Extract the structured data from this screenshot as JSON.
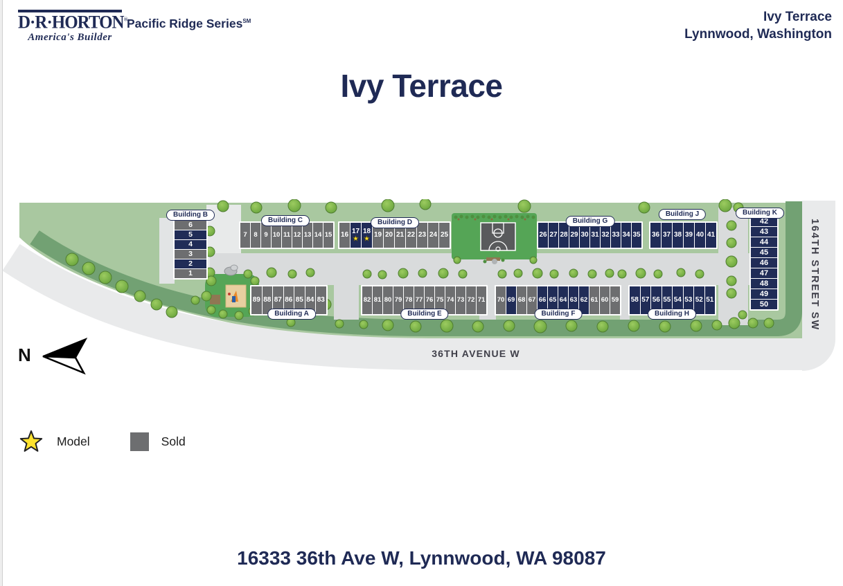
{
  "header": {
    "logo": {
      "brand": "D·R·HORTON",
      "registered": "®",
      "tagline": "America's Builder",
      "series": "Pacific Ridge Series",
      "series_mark": "SM"
    },
    "community": {
      "name": "Ivy Terrace",
      "location": "Lynnwood, Washington"
    }
  },
  "title": "Ivy Terrace",
  "map": {
    "north": "N",
    "streets": {
      "avenue": "36TH AVENUE W",
      "street": "164TH STREET SW"
    },
    "buildings": [
      {
        "id": "B",
        "label": "Building B",
        "units": [
          {
            "n": "6",
            "status": "sold"
          },
          {
            "n": "5",
            "status": "available"
          },
          {
            "n": "4",
            "status": "available"
          },
          {
            "n": "3",
            "status": "sold"
          },
          {
            "n": "2",
            "status": "available"
          },
          {
            "n": "1",
            "status": "sold"
          }
        ]
      },
      {
        "id": "C",
        "label": "Building C",
        "units": [
          {
            "n": "7",
            "status": "sold"
          },
          {
            "n": "8",
            "status": "sold"
          },
          {
            "n": "9",
            "status": "sold"
          },
          {
            "n": "10",
            "status": "sold"
          },
          {
            "n": "11",
            "status": "sold"
          },
          {
            "n": "12",
            "status": "sold"
          },
          {
            "n": "13",
            "status": "sold"
          },
          {
            "n": "14",
            "status": "sold"
          },
          {
            "n": "15",
            "status": "sold"
          }
        ]
      },
      {
        "id": "D",
        "label": "Building D",
        "units": [
          {
            "n": "16",
            "status": "sold"
          },
          {
            "n": "17",
            "status": "available",
            "model": true
          },
          {
            "n": "18",
            "status": "available",
            "model": true
          },
          {
            "n": "19",
            "status": "sold"
          },
          {
            "n": "20",
            "status": "sold"
          },
          {
            "n": "21",
            "status": "sold"
          },
          {
            "n": "22",
            "status": "sold"
          },
          {
            "n": "23",
            "status": "sold"
          },
          {
            "n": "24",
            "status": "sold"
          },
          {
            "n": "25",
            "status": "sold"
          }
        ]
      },
      {
        "id": "G",
        "label": "Building G",
        "units": [
          {
            "n": "26",
            "status": "available"
          },
          {
            "n": "27",
            "status": "available"
          },
          {
            "n": "28",
            "status": "available"
          },
          {
            "n": "29",
            "status": "available"
          },
          {
            "n": "30",
            "status": "available"
          },
          {
            "n": "31",
            "status": "available"
          },
          {
            "n": "32",
            "status": "available"
          },
          {
            "n": "33",
            "status": "available"
          },
          {
            "n": "34",
            "status": "available"
          },
          {
            "n": "35",
            "status": "available"
          }
        ]
      },
      {
        "id": "J",
        "label": "Building J",
        "units": [
          {
            "n": "36",
            "status": "available"
          },
          {
            "n": "37",
            "status": "available"
          },
          {
            "n": "38",
            "status": "available"
          },
          {
            "n": "39",
            "status": "available"
          },
          {
            "n": "40",
            "status": "available"
          },
          {
            "n": "41",
            "status": "available"
          }
        ]
      },
      {
        "id": "K",
        "label": "Building K",
        "units": [
          {
            "n": "42",
            "status": "available"
          },
          {
            "n": "43",
            "status": "available"
          },
          {
            "n": "44",
            "status": "available"
          },
          {
            "n": "45",
            "status": "available"
          },
          {
            "n": "46",
            "status": "available"
          },
          {
            "n": "47",
            "status": "available"
          },
          {
            "n": "48",
            "status": "available"
          },
          {
            "n": "49",
            "status": "available"
          },
          {
            "n": "50",
            "status": "available"
          }
        ]
      },
      {
        "id": "A",
        "label": "Building A",
        "units": [
          {
            "n": "89",
            "status": "sold"
          },
          {
            "n": "88",
            "status": "sold"
          },
          {
            "n": "87",
            "status": "sold"
          },
          {
            "n": "86",
            "status": "sold"
          },
          {
            "n": "85",
            "status": "sold"
          },
          {
            "n": "84",
            "status": "sold"
          },
          {
            "n": "83",
            "status": "sold"
          }
        ]
      },
      {
        "id": "E",
        "label": "Building E",
        "units": [
          {
            "n": "82",
            "status": "sold"
          },
          {
            "n": "81",
            "status": "sold"
          },
          {
            "n": "80",
            "status": "sold"
          },
          {
            "n": "79",
            "status": "sold"
          },
          {
            "n": "78",
            "status": "sold"
          },
          {
            "n": "77",
            "status": "sold"
          },
          {
            "n": "76",
            "status": "sold"
          },
          {
            "n": "75",
            "status": "sold"
          },
          {
            "n": "74",
            "status": "sold"
          },
          {
            "n": "73",
            "status": "sold"
          },
          {
            "n": "72",
            "status": "sold"
          },
          {
            "n": "71",
            "status": "sold"
          }
        ]
      },
      {
        "id": "F",
        "label": "Building F",
        "units": [
          {
            "n": "70",
            "status": "sold"
          },
          {
            "n": "69",
            "status": "available"
          },
          {
            "n": "68",
            "status": "sold"
          },
          {
            "n": "67",
            "status": "sold"
          },
          {
            "n": "66",
            "status": "available"
          },
          {
            "n": "65",
            "status": "available"
          },
          {
            "n": "64",
            "status": "available"
          },
          {
            "n": "63",
            "status": "available"
          },
          {
            "n": "62",
            "status": "available"
          },
          {
            "n": "61",
            "status": "sold"
          },
          {
            "n": "60",
            "status": "sold"
          },
          {
            "n": "59",
            "status": "sold"
          }
        ]
      },
      {
        "id": "H",
        "label": "Building H",
        "units": [
          {
            "n": "58",
            "status": "available"
          },
          {
            "n": "57",
            "status": "available"
          },
          {
            "n": "56",
            "status": "available"
          },
          {
            "n": "55",
            "status": "available"
          },
          {
            "n": "54",
            "status": "available"
          },
          {
            "n": "53",
            "status": "available"
          },
          {
            "n": "52",
            "status": "available"
          },
          {
            "n": "51",
            "status": "available"
          }
        ]
      }
    ]
  },
  "legend": {
    "items": [
      {
        "symbol": "star-icon",
        "label": "Model"
      },
      {
        "symbol": "sold-swatch",
        "label": "Sold"
      }
    ]
  },
  "footer": {
    "address": "16333 36th Ave W, Lynnwood, WA 98087"
  },
  "colors": {
    "navy": "#1F2A55",
    "available": "#202C57",
    "sold": "#6D6E70",
    "light_green": "#A9C8A0",
    "dark_green": "#72A173",
    "road": "#E9EAEB",
    "drive": "#D9DBDC",
    "court_green": "#55A556",
    "court_surface": "#595A5C",
    "star": "#FFE32E",
    "street_text": "#3F3F49",
    "legend_text": "#1C1C1C"
  }
}
